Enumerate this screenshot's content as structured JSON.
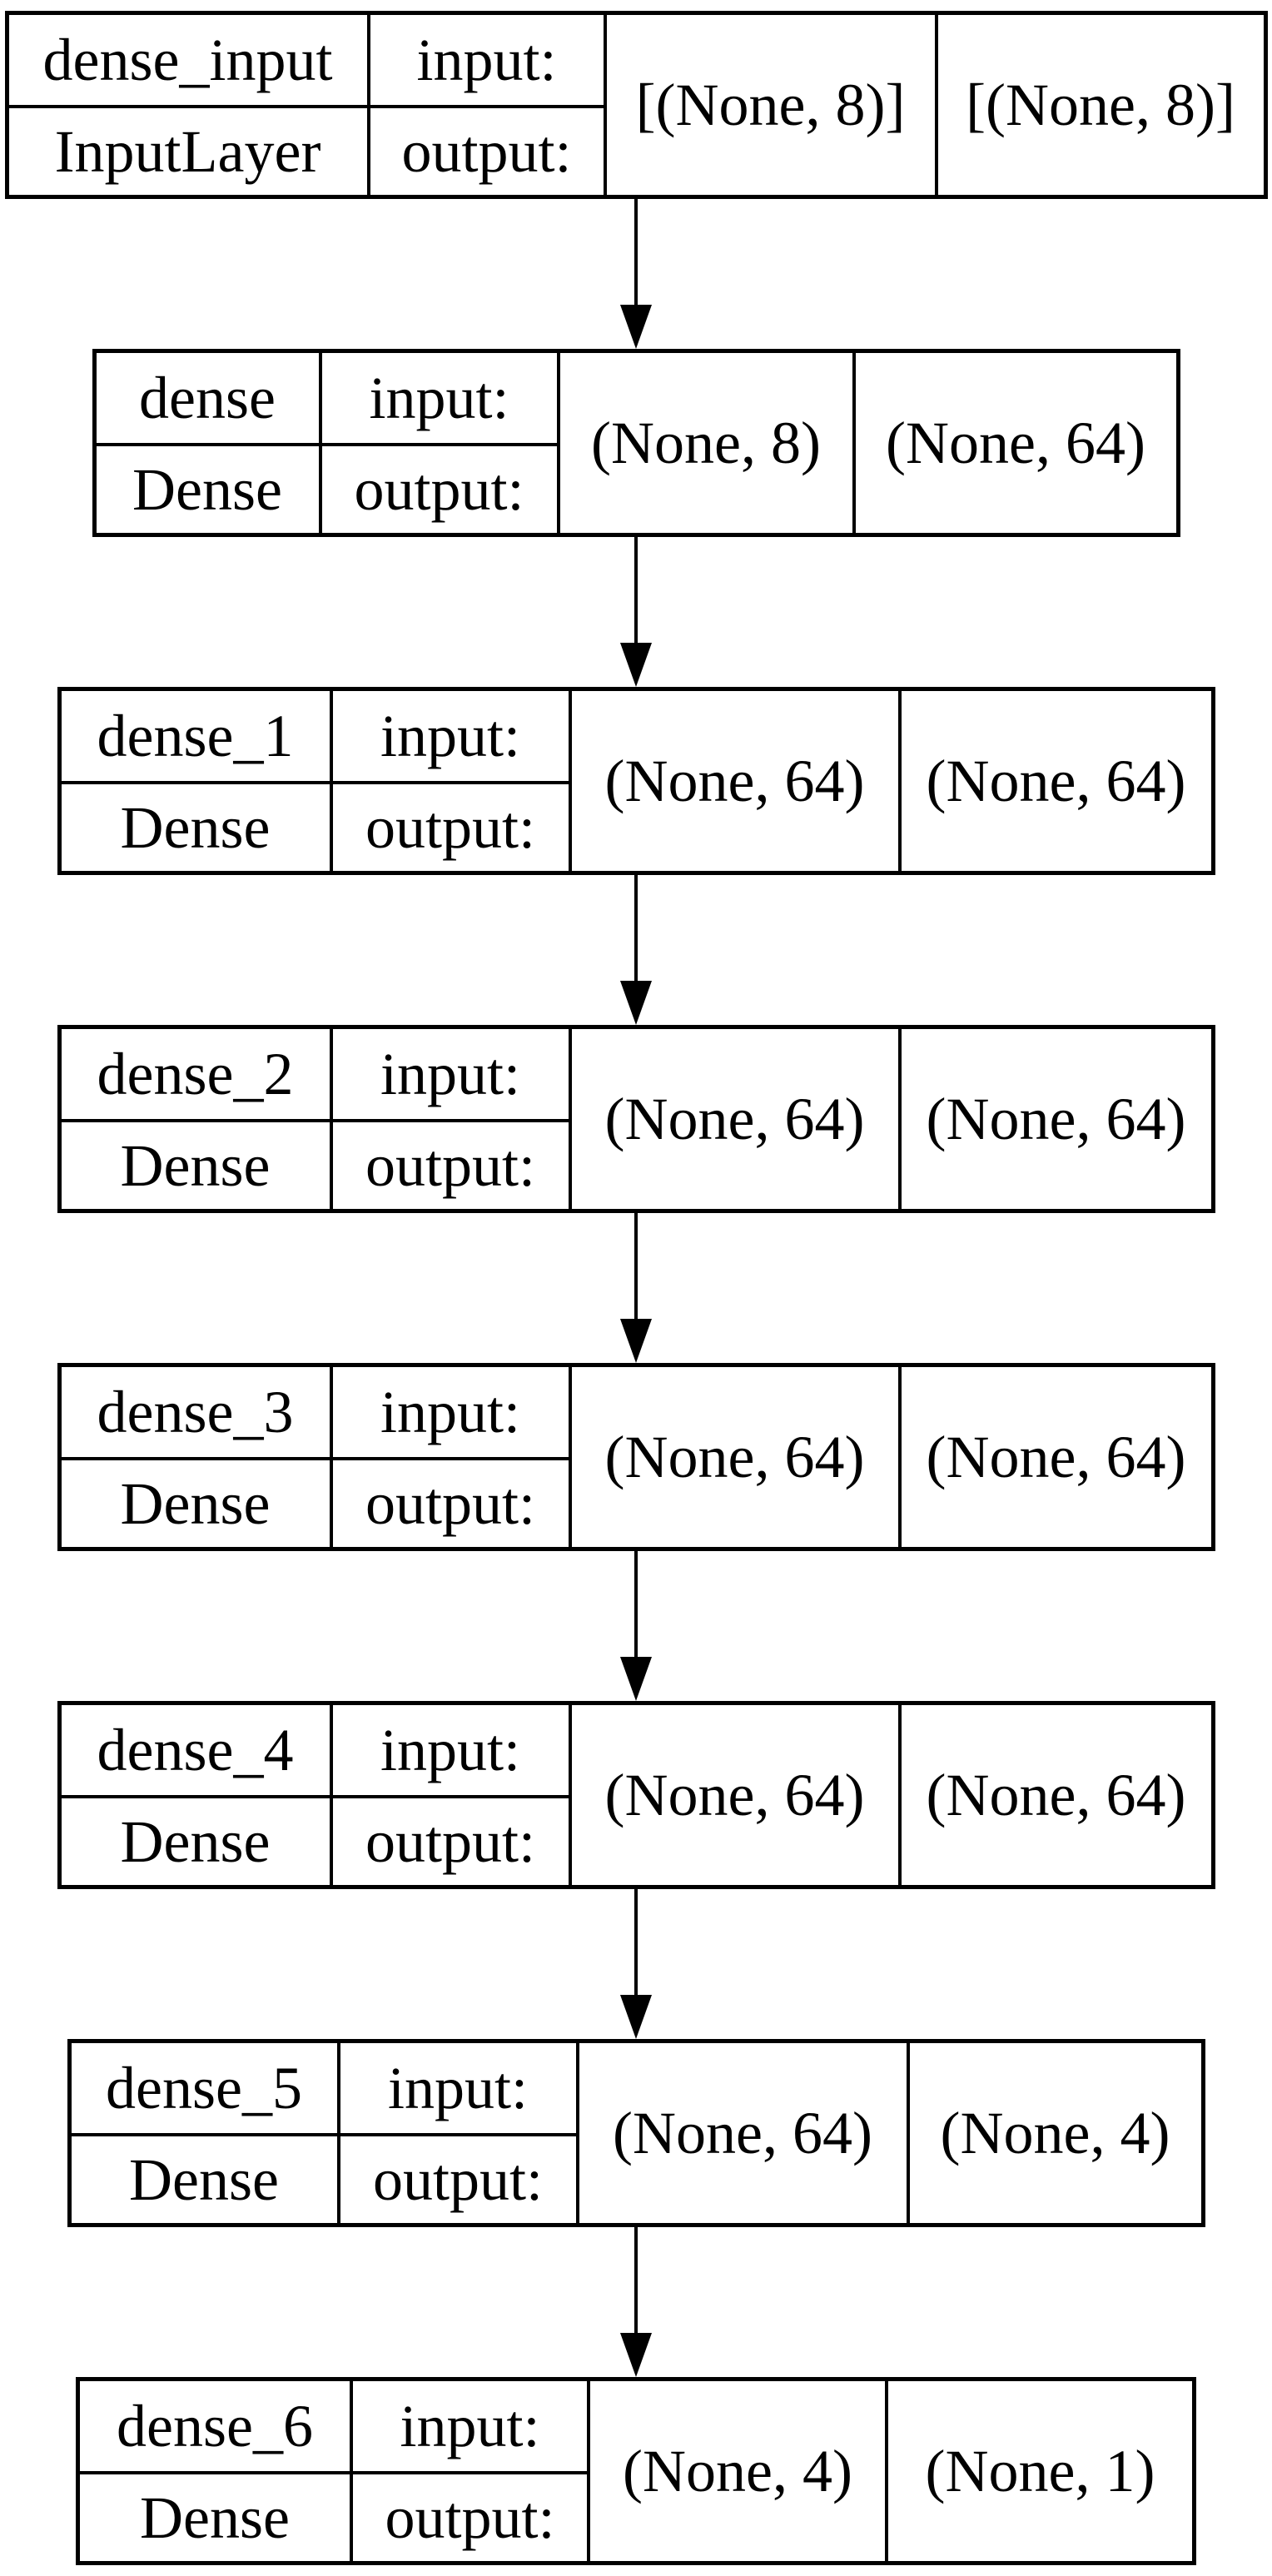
{
  "diagram": {
    "kind": "model-architecture-flow",
    "colors": {
      "background": "#ffffff",
      "border": "#000000",
      "text": "#000000",
      "arrow": "#000000"
    },
    "labels": {
      "input": "input:",
      "output": "output:"
    },
    "layers": [
      {
        "name": "dense_input",
        "type": "InputLayer",
        "input_shape": "[(None, 8)]",
        "output_shape": "[(None, 8)]"
      },
      {
        "name": "dense",
        "type": "Dense",
        "input_shape": "(None, 8)",
        "output_shape": "(None, 64)"
      },
      {
        "name": "dense_1",
        "type": "Dense",
        "input_shape": "(None, 64)",
        "output_shape": "(None, 64)"
      },
      {
        "name": "dense_2",
        "type": "Dense",
        "input_shape": "(None, 64)",
        "output_shape": "(None, 64)"
      },
      {
        "name": "dense_3",
        "type": "Dense",
        "input_shape": "(None, 64)",
        "output_shape": "(None, 64)"
      },
      {
        "name": "dense_4",
        "type": "Dense",
        "input_shape": "(None, 64)",
        "output_shape": "(None, 64)"
      },
      {
        "name": "dense_5",
        "type": "Dense",
        "input_shape": "(None, 64)",
        "output_shape": "(None, 4)"
      },
      {
        "name": "dense_6",
        "type": "Dense",
        "input_shape": "(None, 4)",
        "output_shape": "(None, 1)"
      }
    ]
  }
}
